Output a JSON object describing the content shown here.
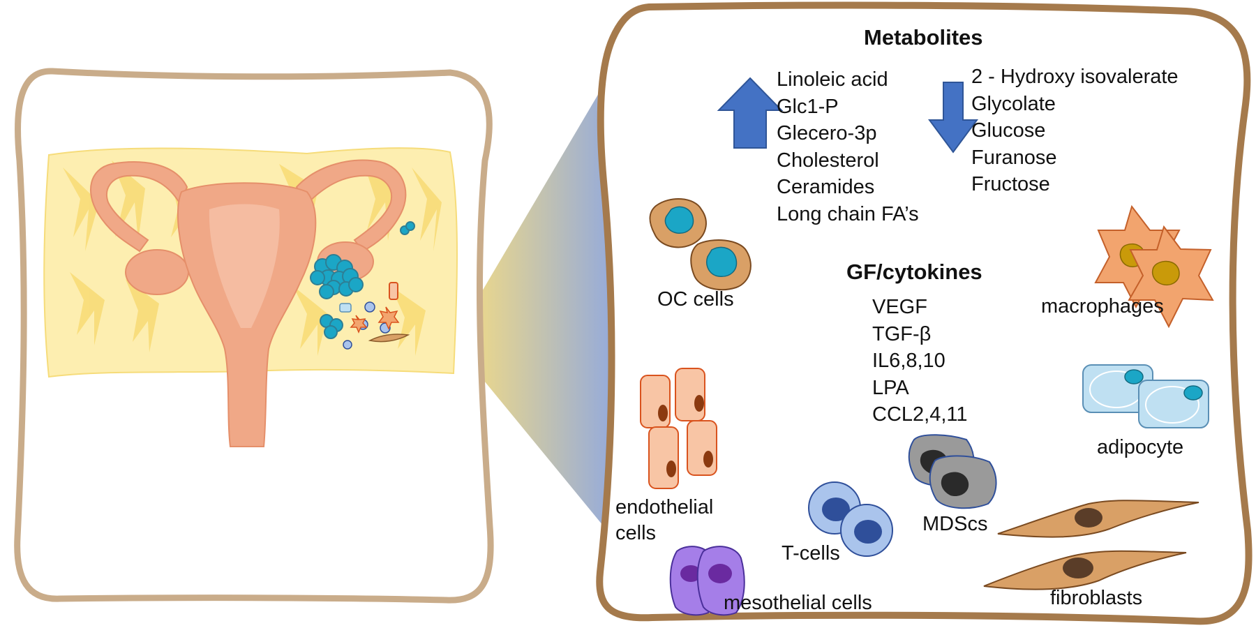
{
  "metabolites": {
    "title": "Metabolites",
    "up": [
      "Linoleic acid",
      "Glc1-P",
      "Glecero-3p",
      "Cholesterol",
      "Ceramides",
      "Long chain FA’s"
    ],
    "down": [
      "2 - Hydroxy isovalerate",
      "Glycolate",
      "Glucose",
      "Furanose",
      "Fructose"
    ]
  },
  "gf_cytokines": {
    "title": "GF/cytokines",
    "items": [
      "VEGF",
      "TGF-β",
      "IL6,8,10",
      "LPA",
      "CCL2,4,11"
    ]
  },
  "cell_labels": {
    "oc_cells": "OC cells",
    "macrophages": "macrophages",
    "adipocyte": "adipocyte",
    "endothelial_line1": "endothelial",
    "endothelial_line2": "cells",
    "t_cells": "T-cells",
    "mdscs": "MDScs",
    "mesothelial": "mesothelial cells",
    "fibroblasts": "fibroblasts"
  },
  "colors": {
    "panel_border": "#a57a4c",
    "left_border": "#c9ac8a",
    "tissue_fill": "#fdeeb0",
    "uterus": "#f0a887",
    "arrow": "#4472c4",
    "oc_fill": "#d9a066",
    "oc_nucleus": "#1ba6c6",
    "macrophage": "#f2a46e",
    "macrophage_nucleus": "#c99a0a",
    "endothelial": "#f8c5a5",
    "adipocyte": "#bfe0f2",
    "tcell": "#aac4ec",
    "mdsc": "#9a9a9a",
    "mesothelial": "#a57ee8",
    "fibroblast": "#d9a066"
  }
}
